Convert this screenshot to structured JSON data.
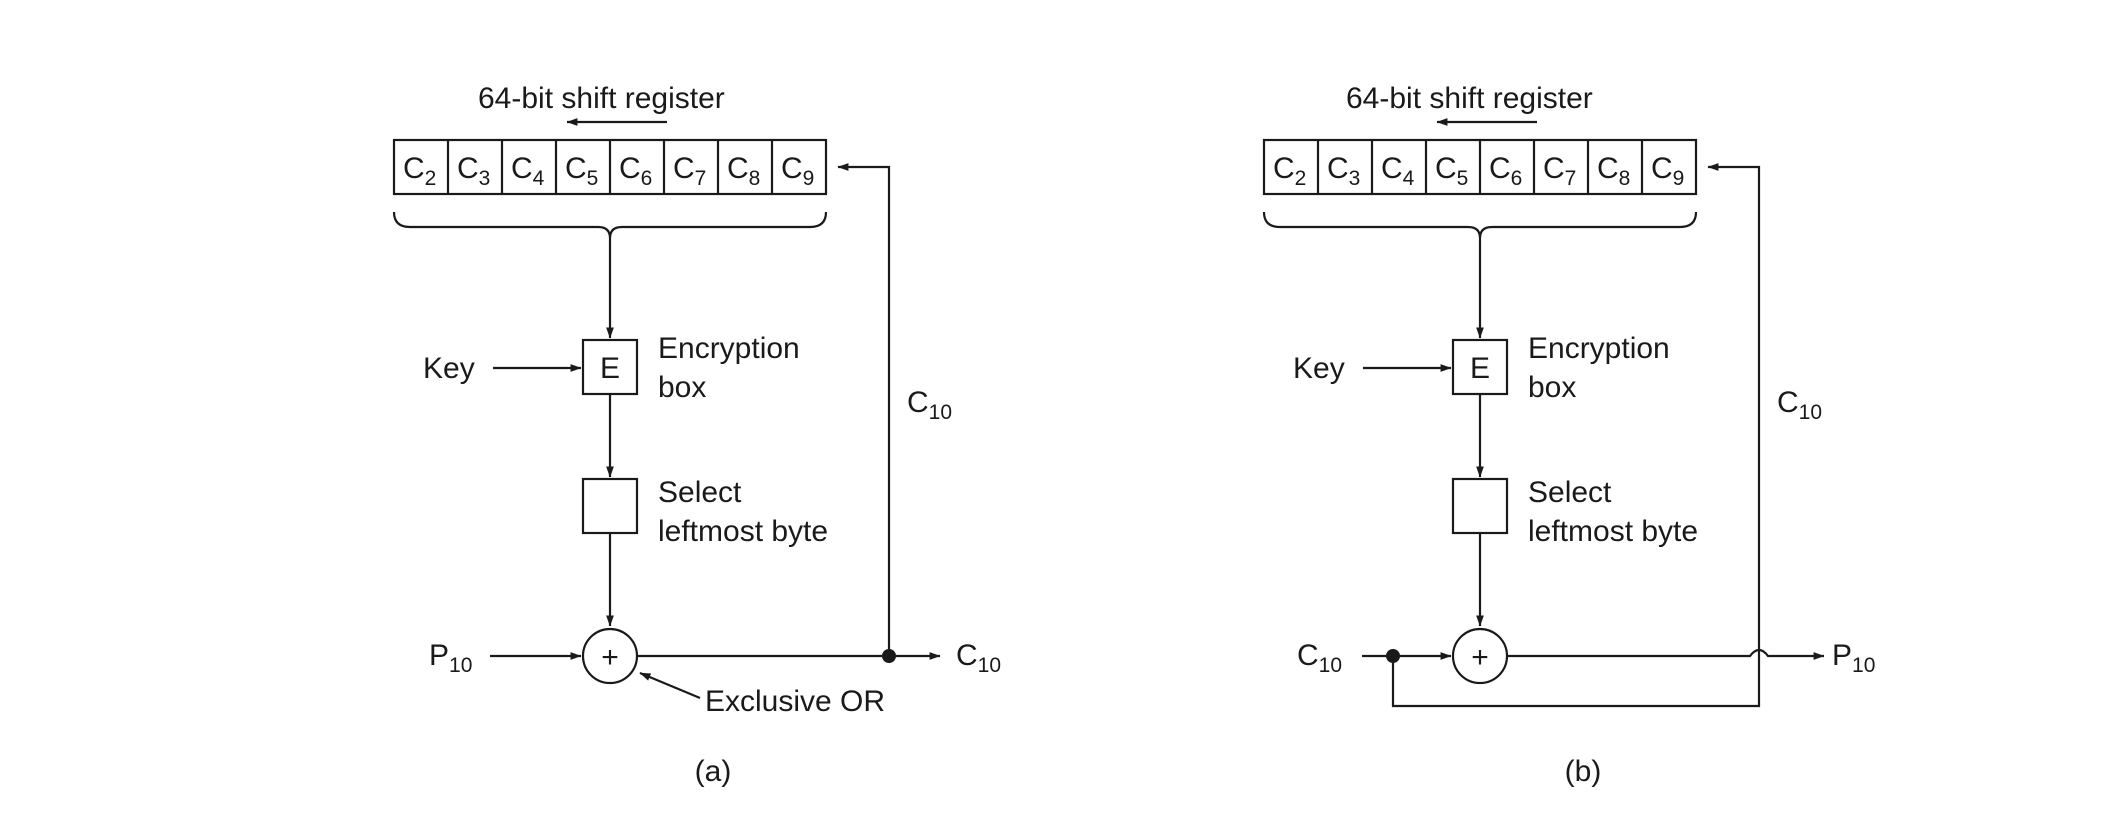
{
  "diagrams": [
    {
      "id": "a",
      "register_label": "64-bit shift register",
      "cells": [
        {
          "base": "C",
          "sub": "2"
        },
        {
          "base": "C",
          "sub": "3"
        },
        {
          "base": "C",
          "sub": "4"
        },
        {
          "base": "C",
          "sub": "5"
        },
        {
          "base": "C",
          "sub": "6"
        },
        {
          "base": "C",
          "sub": "7"
        },
        {
          "base": "C",
          "sub": "8"
        },
        {
          "base": "C",
          "sub": "9"
        }
      ],
      "key_label": "Key",
      "encryption_box_symbol": "E",
      "encryption_box_label_line1": "Encryption",
      "encryption_box_label_line2": "box",
      "select_label_line1": "Select",
      "select_label_line2": "leftmost byte",
      "xor_symbol": "+",
      "input": {
        "base": "P",
        "sub": "10"
      },
      "output": {
        "base": "C",
        "sub": "10"
      },
      "feedback": {
        "base": "C",
        "sub": "10"
      },
      "xor_label": "Exclusive OR",
      "caption": "(a)"
    },
    {
      "id": "b",
      "register_label": "64-bit shift register",
      "cells": [
        {
          "base": "C",
          "sub": "2"
        },
        {
          "base": "C",
          "sub": "3"
        },
        {
          "base": "C",
          "sub": "4"
        },
        {
          "base": "C",
          "sub": "5"
        },
        {
          "base": "C",
          "sub": "6"
        },
        {
          "base": "C",
          "sub": "7"
        },
        {
          "base": "C",
          "sub": "8"
        },
        {
          "base": "C",
          "sub": "9"
        }
      ],
      "key_label": "Key",
      "encryption_box_symbol": "E",
      "encryption_box_label_line1": "Encryption",
      "encryption_box_label_line2": "box",
      "select_label_line1": "Select",
      "select_label_line2": "leftmost byte",
      "xor_symbol": "+",
      "input": {
        "base": "C",
        "sub": "10"
      },
      "output": {
        "base": "P",
        "sub": "10"
      },
      "feedback": {
        "base": "C",
        "sub": "10"
      },
      "caption": "(b)"
    }
  ]
}
